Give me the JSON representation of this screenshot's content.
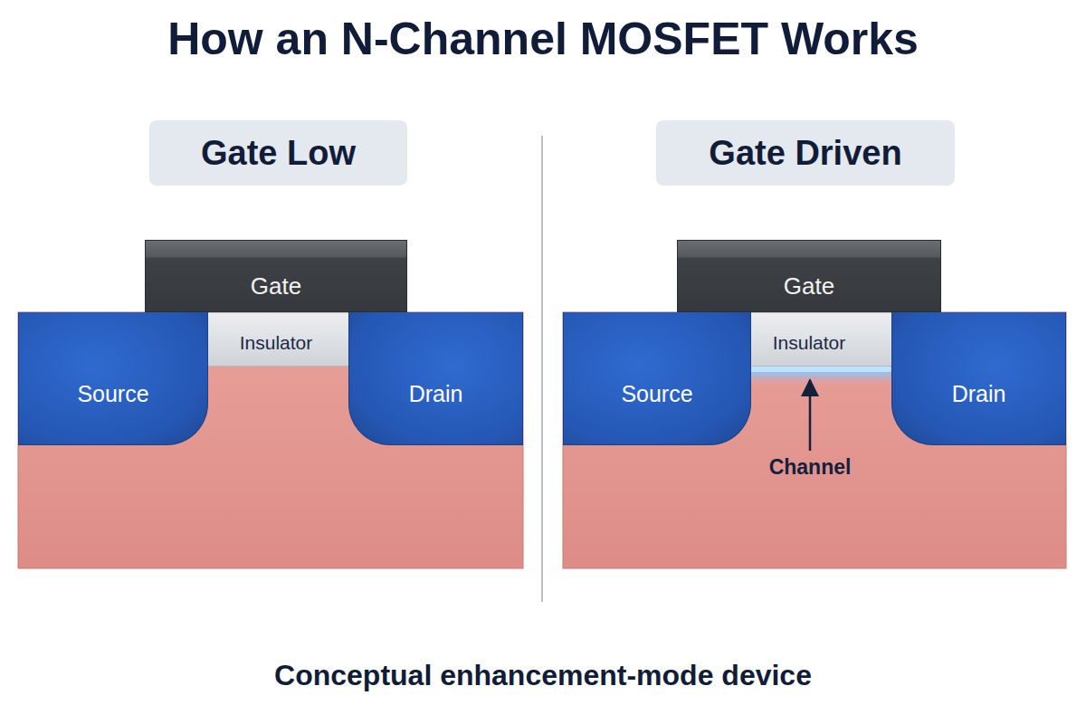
{
  "diagram": {
    "title": "How an N-Channel MOSFET Works",
    "caption": "Conceptual enhancement-mode device",
    "nodes": [
      {
        "text": [
          "Gate Low"
        ]
      },
      {
        "text": [
          "Gate"
        ]
      },
      {
        "text": [
          "Insulator"
        ]
      },
      {
        "text": [
          "Source"
        ]
      },
      {
        "text": [
          "Drain"
        ]
      },
      {
        "text": [
          "Gate Driven"
        ]
      },
      {
        "text": [
          "Gate"
        ]
      },
      {
        "text": [
          "Insulator"
        ]
      },
      {
        "text": [
          "Source"
        ]
      },
      {
        "text": [
          "Drain"
        ]
      }
    ],
    "labels": [
      "Channel"
    ]
  }
}
